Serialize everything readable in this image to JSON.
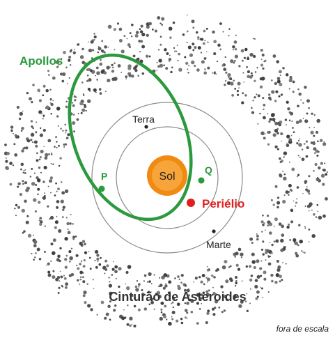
{
  "labels": {
    "apollo": "Apollos",
    "sun": "Sol",
    "earth": "Terra",
    "mars": "Marte",
    "point_p": "P",
    "point_q": "Q",
    "perihelion": "Periélio",
    "belt": "Cinturão de Asteroides",
    "scale_note": "fora de escala"
  },
  "colors": {
    "apollo_orbit": "#2a9a3c",
    "perihelion": "#e02020",
    "sun_outer": "#f08a10",
    "sun_inner": "#f7a53a",
    "orbit_line": "#8a8a8a",
    "asteroid": "#5a5a5a",
    "text_dark": "#222222"
  }
}
